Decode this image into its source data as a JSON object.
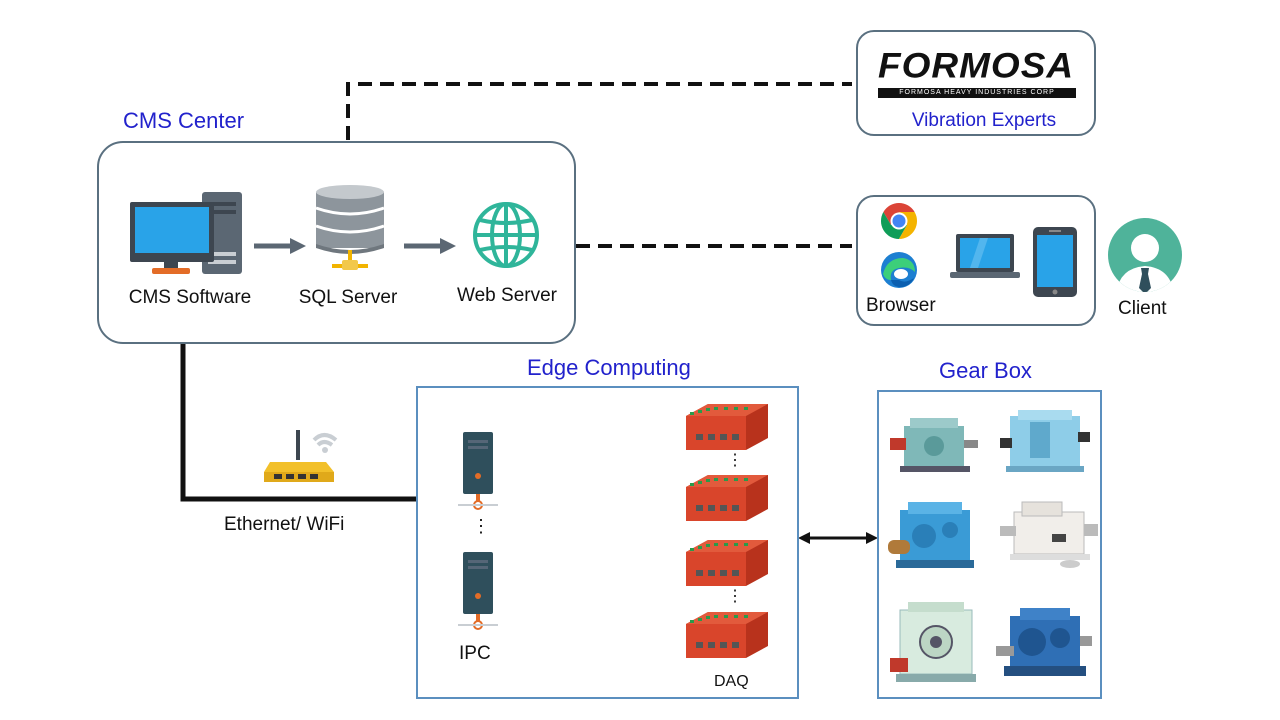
{
  "cms_center": {
    "title": "CMS Center",
    "items": [
      {
        "label": "CMS Software",
        "icon": "desktop-computer-icon"
      },
      {
        "label": "SQL Server",
        "icon": "database-icon"
      },
      {
        "label": "Web Server",
        "icon": "globe-icon"
      }
    ]
  },
  "formosa": {
    "logo_text": "FORMOSA",
    "logo_subtext": "FORMOSA HEAVY INDUSTRIES CORP",
    "caption": "Vibration Experts"
  },
  "client_panel": {
    "browser_label": "Browser",
    "client_label": "Client",
    "icons": [
      "chrome-icon",
      "edge-icon",
      "laptop-icon",
      "smartphone-icon",
      "user-avatar-icon"
    ]
  },
  "network": {
    "label": "Ethernet/ WiFi",
    "icon": "wifi-router-icon"
  },
  "edge_computing": {
    "title": "Edge Computing",
    "ipc_label": "IPC",
    "daq_label": "DAQ",
    "ellipsis": "⋮"
  },
  "gear_box": {
    "title": "Gear Box",
    "images": [
      "gearbox-image-1",
      "gearbox-image-2",
      "gearbox-image-3",
      "gearbox-image-4",
      "gearbox-image-5",
      "gearbox-image-6"
    ]
  },
  "colors": {
    "title_blue": "#2222cc",
    "panel_border": "#5a7080",
    "edge_border": "#5b8fbf",
    "daq_red": "#d9452b"
  }
}
